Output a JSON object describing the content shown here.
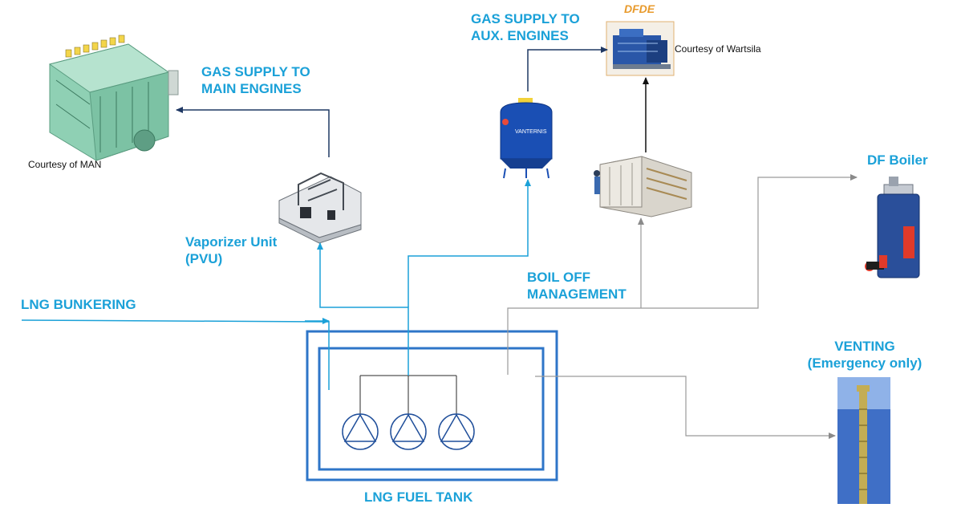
{
  "labels": {
    "gas_main": "GAS SUPPLY TO\nMAIN ENGINES",
    "gas_aux": "GAS SUPPLY TO\nAUX. ENGINES",
    "dfde": "DFDE",
    "courtesy_wartsila": "Courtesy of Wartsila",
    "courtesy_man": "Courtesy of MAN",
    "df_boiler": "DF Boiler",
    "vaporizer": "Vaporizer Unit\n(PVU)",
    "boil_off": "BOIL OFF\nMANAGEMENT",
    "bunkering": "LNG BUNKERING",
    "venting": "VENTING\n(Emergency only)",
    "fuel_tank": "LNG FUEL TANK"
  },
  "colors": {
    "label_blue": "#1ba1d8",
    "navy_line": "#1f3864",
    "tank_blue": "#2e75c8",
    "grey_line": "#9a9a9a"
  },
  "icons": {
    "main_engine": "main-engine-icon",
    "aux_engine": "dfde-engine-icon",
    "vaporizer": "vaporizer-unit-icon",
    "gas_combustion_unit": "gas-combustion-unit-icon",
    "reliquefaction": "reliquefaction-unit-icon",
    "boiler": "df-boiler-icon",
    "vent_mast": "vent-mast-icon",
    "pump": "pump-icon"
  }
}
